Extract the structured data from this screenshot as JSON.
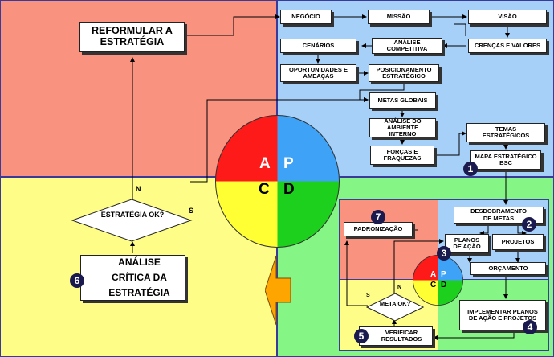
{
  "pdca_main": {
    "a": "A",
    "p": "P",
    "c": "C",
    "d": "D"
  },
  "pdca_small": {
    "a": "A",
    "p": "P",
    "c": "C",
    "d": "D"
  },
  "boxes": {
    "reformular": "REFORMULAR A ESTRATÉGIA",
    "negocio": "NEGÓCIO",
    "missao": "MISSÃO",
    "visao": "VISÃO",
    "cenarios": "CENÁRIOS",
    "analise_competitiva": "ANÁLISE COMPETITIVA",
    "crencas": "CRENÇAS E VALORES",
    "oportunidades": "OPORTUNIDADES E AMEAÇAS",
    "posicionamento": "POSICIONAMENTO ESTRATÉGICO",
    "metas_globais": "METAS GLOBAIS",
    "analise_interno": "ANÁLISE DO AMBIENTE INTERNO",
    "temas": "TEMAS ESTRATÉGICOS",
    "forcas": "FORÇAS E FRAQUEZAS",
    "mapa": "MAPA ESTRATÉGICO BSC",
    "estrategia_ok": "ESTRATÉGIA OK?",
    "analise_critica": "ANÁLISE CRÍTICA DA ESTRATÉGIA",
    "desdobramento": "DESDOBRAMENTO DE METAS",
    "padronizacao": "PADRONIZAÇÃO",
    "planos": "PLANOS DE AÇÃO",
    "projetos": "PROJETOS",
    "orcamento": "ORÇAMENTO",
    "meta_ok": "META OK?",
    "implementar": "IMPLEMENTAR PLANOS DE AÇÃO E PROJETOS",
    "verificar": "VERIFICAR RESULTADOS"
  },
  "decision_labels": {
    "n_top": "N",
    "s_right": "S",
    "n_meta": "N",
    "s_meta": "S"
  },
  "badges": {
    "b1": "1",
    "b2": "2",
    "b3": "3",
    "b4": "4",
    "b5": "5",
    "b6": "6",
    "b7": "7"
  },
  "colors": {
    "act_bg": "#fa9280",
    "plan_bg": "#a6d0f8",
    "check_bg": "#fdfd88",
    "do_bg": "#85f585",
    "red": "#ff1a1a",
    "blue": "#3ea2f6",
    "yellow": "#ffff33",
    "green": "#1ed01e",
    "arrow": "#ffa500"
  }
}
